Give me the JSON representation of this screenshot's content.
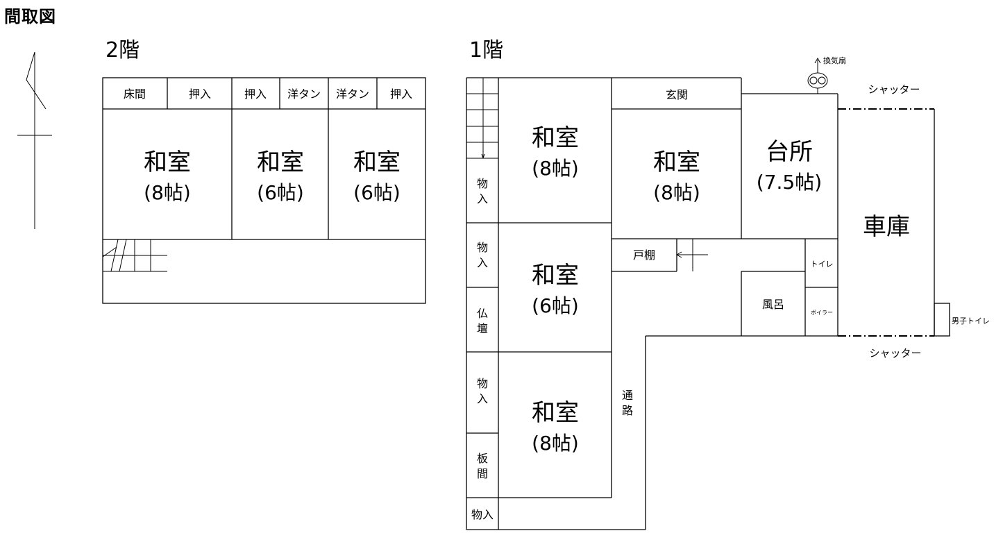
{
  "title": "間取図",
  "floor2": {
    "label": "2階",
    "top_labels": [
      "床間",
      "押入",
      "押入",
      "洋タン",
      "洋タン",
      "押入"
    ],
    "rooms": [
      {
        "name": "和室",
        "size": "(8帖)"
      },
      {
        "name": "和室",
        "size": "(6帖)"
      },
      {
        "name": "和室",
        "size": "(6帖)"
      }
    ]
  },
  "floor1": {
    "label": "1階",
    "rooms": {
      "left_a": {
        "name": "和室",
        "size": "(8帖)"
      },
      "left_b": {
        "name": "和室",
        "size": "(6帖)"
      },
      "left_c": {
        "name": "和室",
        "size": "(8帖)"
      },
      "center": {
        "name": "和室",
        "size": "(8帖)"
      },
      "kitchen": {
        "name": "台所",
        "size": "(7.5帖)"
      }
    },
    "side": [
      "物入",
      "物入",
      "仏壇",
      "物入",
      "板間",
      "物入"
    ],
    "entrance": "玄関",
    "todana": "戸棚",
    "bath": "風呂",
    "toilet": "トイレ",
    "boiler": "ボイラー",
    "corridor": "通路",
    "garage": "車庫",
    "fan": "換気扇",
    "shutter_top": "シャッター",
    "shutter_bottom": "シャッター",
    "mens_toilet": "男子トイレ"
  }
}
